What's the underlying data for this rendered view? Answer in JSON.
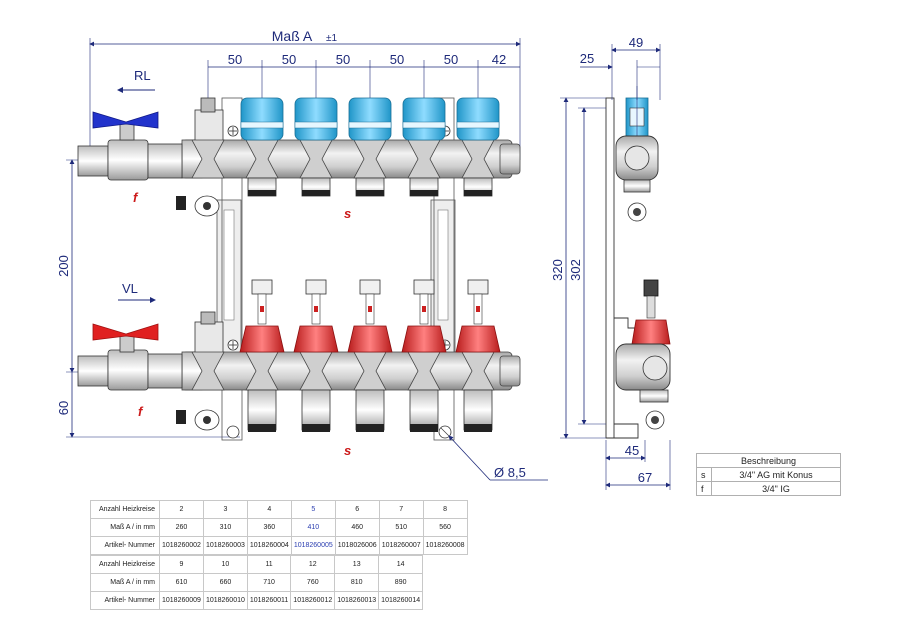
{
  "dimensions": {
    "mass_a": "Maß A",
    "tolerance": "±1",
    "spacings": [
      "50",
      "50",
      "50",
      "50",
      "50",
      "42"
    ],
    "height_200": "200",
    "height_60": "60",
    "side_25": "25",
    "side_49": "49",
    "side_320": "320",
    "side_302": "302",
    "side_45": "45",
    "side_67": "67",
    "hole": "Ø 8,5"
  },
  "labels": {
    "rl": "RL",
    "vl": "VL",
    "f": "f",
    "s": "s"
  },
  "colors": {
    "blue_cap": "#3fb6e8",
    "red_cap": "#e03a3a",
    "handle_blue": "#2233cc",
    "handle_red": "#e02020",
    "dim_color": "#1e2a7a",
    "steel": "#d9d9d9"
  },
  "description": {
    "title": "Beschreibung",
    "rows": [
      {
        "code": "s",
        "text": "3/4\" AG mit Konus"
      },
      {
        "code": "f",
        "text": "3/4\" IG"
      }
    ]
  },
  "table1": {
    "headers": [
      "Anzahl Heizkreise",
      "Maß A / in mm",
      "Artikel- Nummer"
    ],
    "circuits": [
      "2",
      "3",
      "4",
      "5",
      "6",
      "7",
      "8"
    ],
    "mass": [
      "260",
      "310",
      "360",
      "410",
      "460",
      "510",
      "560"
    ],
    "articles": [
      "1018260002",
      "1018260003",
      "1018260004",
      "1018260005",
      "1018026006",
      "1018260007",
      "1018260008"
    ]
  },
  "table2": {
    "headers": [
      "Anzahl Heizkreise",
      "Maß A / in mm",
      "Artikel- Nummer"
    ],
    "circuits": [
      "9",
      "10",
      "11",
      "12",
      "13",
      "14"
    ],
    "mass": [
      "610",
      "660",
      "710",
      "760",
      "810",
      "890"
    ],
    "articles": [
      "1018260009",
      "1018260010",
      "1018260011",
      "1018260012",
      "1018260013",
      "1018260014"
    ]
  }
}
